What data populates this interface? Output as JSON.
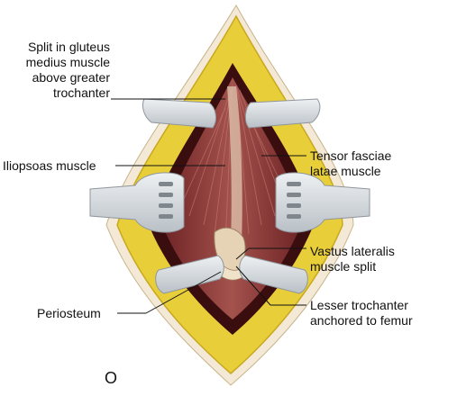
{
  "labels": {
    "gluteus_split": "Split in gluteus\nmedius muscle\nabove greater\ntrochanter",
    "iliopsoas": "Iliopsoas muscle",
    "tensor": "Tensor fasciae\nlatae muscle",
    "vastus": "Vastus lateralis\nmuscle split",
    "periosteum": "Periosteum",
    "lesser_trochanter": "Lesser trochanter\nanchored to femur"
  },
  "panel_letter": "O",
  "colors": {
    "fat": "#e8cf3a",
    "fat_edge": "#c9a81f",
    "skin": "#f2e6d2",
    "wound_dark": "#3a0d0f",
    "muscle": "#8e3a36",
    "muscle_light": "#b86a62",
    "tendon": "#d9c2a6",
    "retractor": "#d2d7db",
    "retractor_edge": "#8f969c",
    "leader_line": "#111111"
  }
}
